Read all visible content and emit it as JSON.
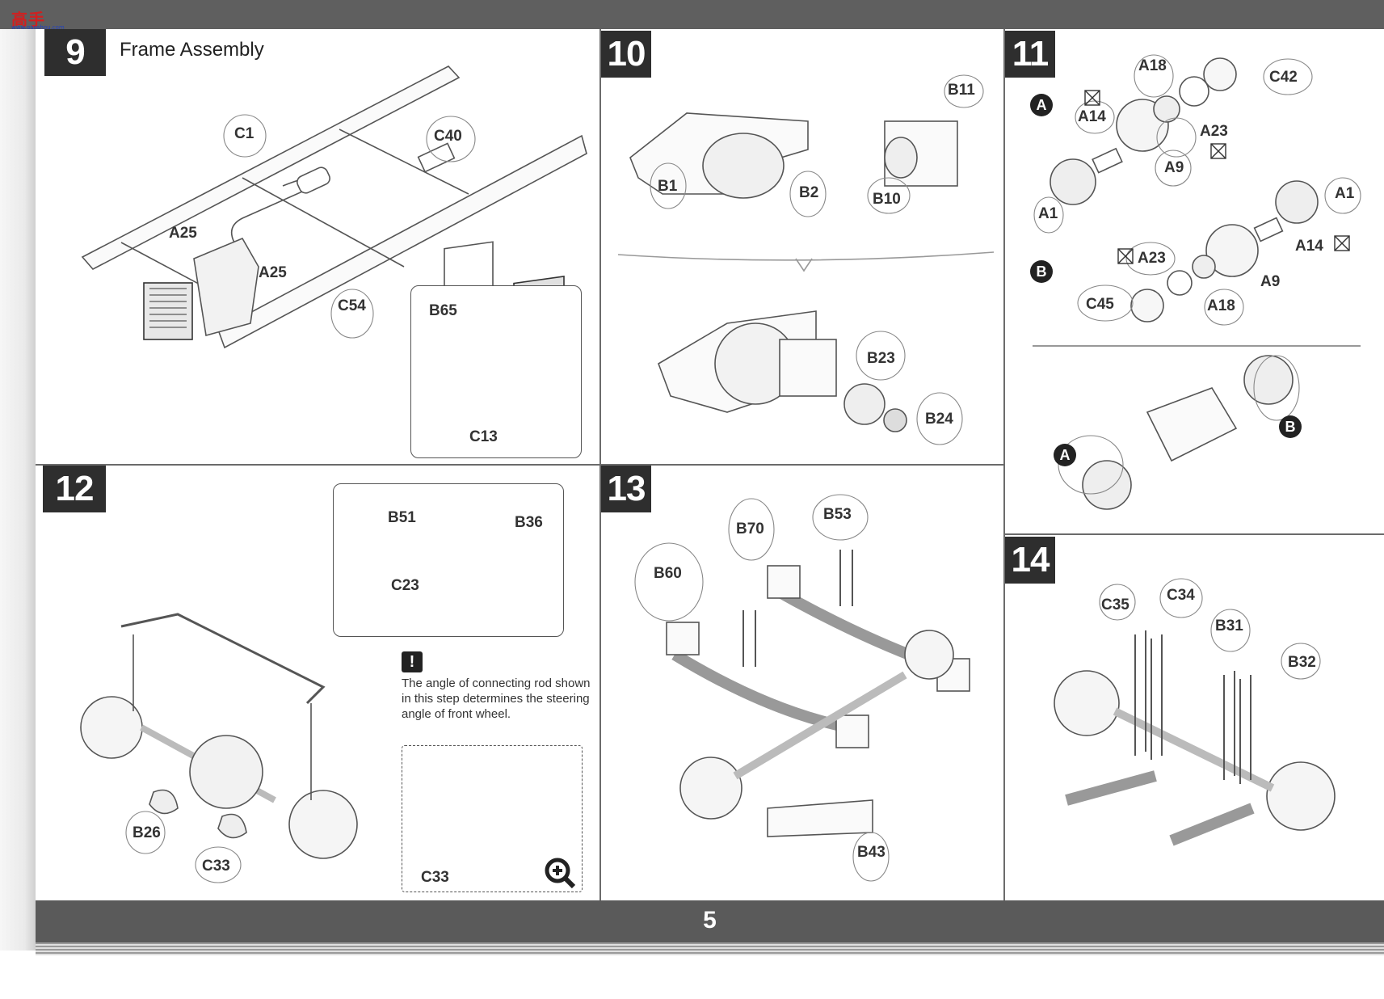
{
  "watermark": {
    "text": "高手网",
    "url": "www.gaoshou.com"
  },
  "page_number": "5",
  "steps": {
    "s9": {
      "number": "9",
      "title": "Frame Assembly",
      "labels": [
        "C1",
        "C40",
        "A25",
        "A25",
        "C54",
        "B65",
        "C13"
      ]
    },
    "s10": {
      "number": "10",
      "labels": [
        "B11",
        "B1",
        "B2",
        "B10",
        "B23",
        "B24"
      ]
    },
    "s11": {
      "number": "11",
      "labels": [
        "A18",
        "C42",
        "A14",
        "A23",
        "A9",
        "A1",
        "A1",
        "A14",
        "A23",
        "A9",
        "C45",
        "A18"
      ],
      "subassembly_a": "A",
      "subassembly_b": "B"
    },
    "s12": {
      "number": "12",
      "labels": [
        "B51",
        "B36",
        "C23",
        "B26",
        "C33",
        "C33"
      ],
      "note": "The angle of connecting rod shown in this step determines the steering angle of front wheel.",
      "warning_icon": "!"
    },
    "s13": {
      "number": "13",
      "labels": [
        "B70",
        "B53",
        "B60",
        "B43"
      ]
    },
    "s14": {
      "number": "14",
      "labels": [
        "C35",
        "C34",
        "B31",
        "B32"
      ]
    }
  },
  "icons": [
    "warning-icon",
    "zoom-in-icon",
    "no-glue-icon"
  ]
}
